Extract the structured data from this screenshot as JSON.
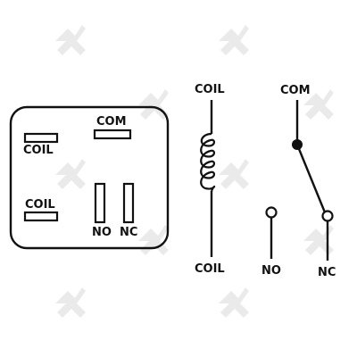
{
  "colors": {
    "ink": "#111111",
    "watermark": "#e6e6e6",
    "background": "#ffffff"
  },
  "relay_base": {
    "pins": {
      "com": "COM",
      "coil_top": "COIL",
      "coil_bottom": "COIL",
      "no": "NO",
      "nc": "NC"
    }
  },
  "schematic": {
    "coil_top": "COIL",
    "coil_bottom": "COIL",
    "com": "COM",
    "no": "NO",
    "nc": "NC"
  }
}
